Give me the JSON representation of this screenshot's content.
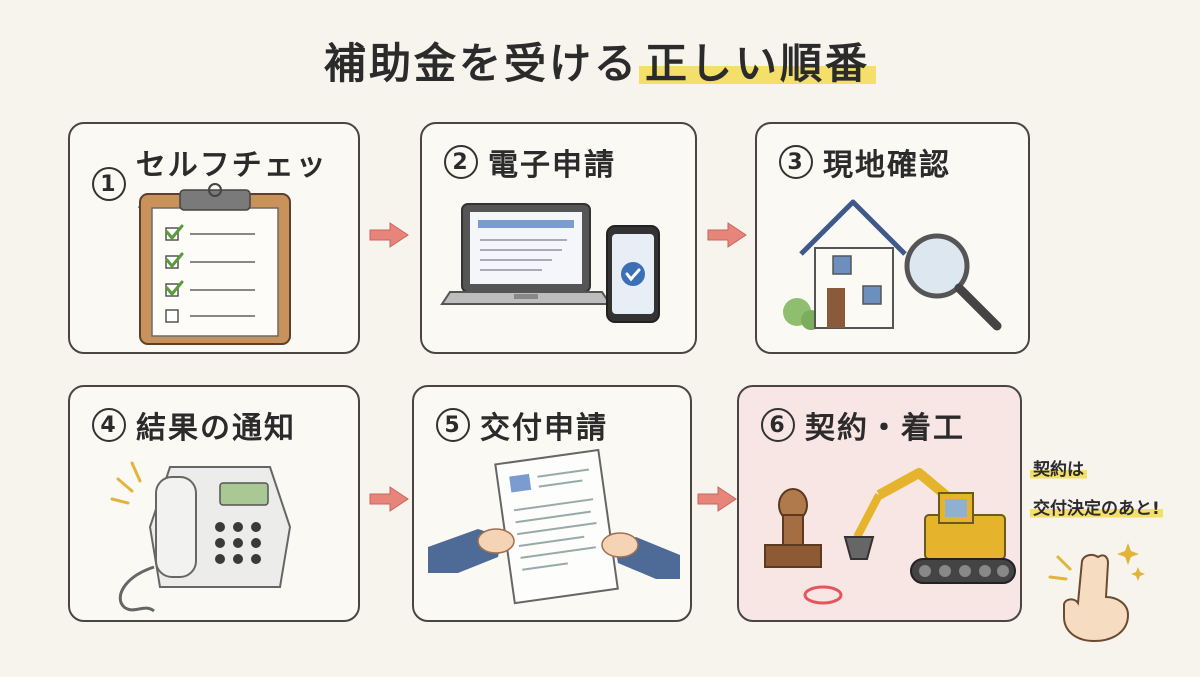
{
  "title": {
    "text": "補助金を受ける",
    "highlight": "正しい順番"
  },
  "steps": [
    {
      "num": "1",
      "label": "セルフチェック",
      "icon": "clipboard-checklist-icon"
    },
    {
      "num": "2",
      "label": "電子申請",
      "icon": "laptop-smartphone-icon"
    },
    {
      "num": "3",
      "label": "現地確認",
      "icon": "house-magnifier-icon"
    },
    {
      "num": "4",
      "label": "結果の通知",
      "icon": "telephone-icon"
    },
    {
      "num": "5",
      "label": "交付申請",
      "icon": "document-hands-icon"
    },
    {
      "num": "6",
      "label": "契約・着工",
      "icon": "stamp-excavator-icon"
    }
  ],
  "note": {
    "line1": "契約は",
    "line2": "交付決定のあと!"
  },
  "colors": {
    "arrow": "#e8857a",
    "highlight": "#f3df6a",
    "step6_bg": "#f7e6e4",
    "check": "#5a9a3a"
  }
}
